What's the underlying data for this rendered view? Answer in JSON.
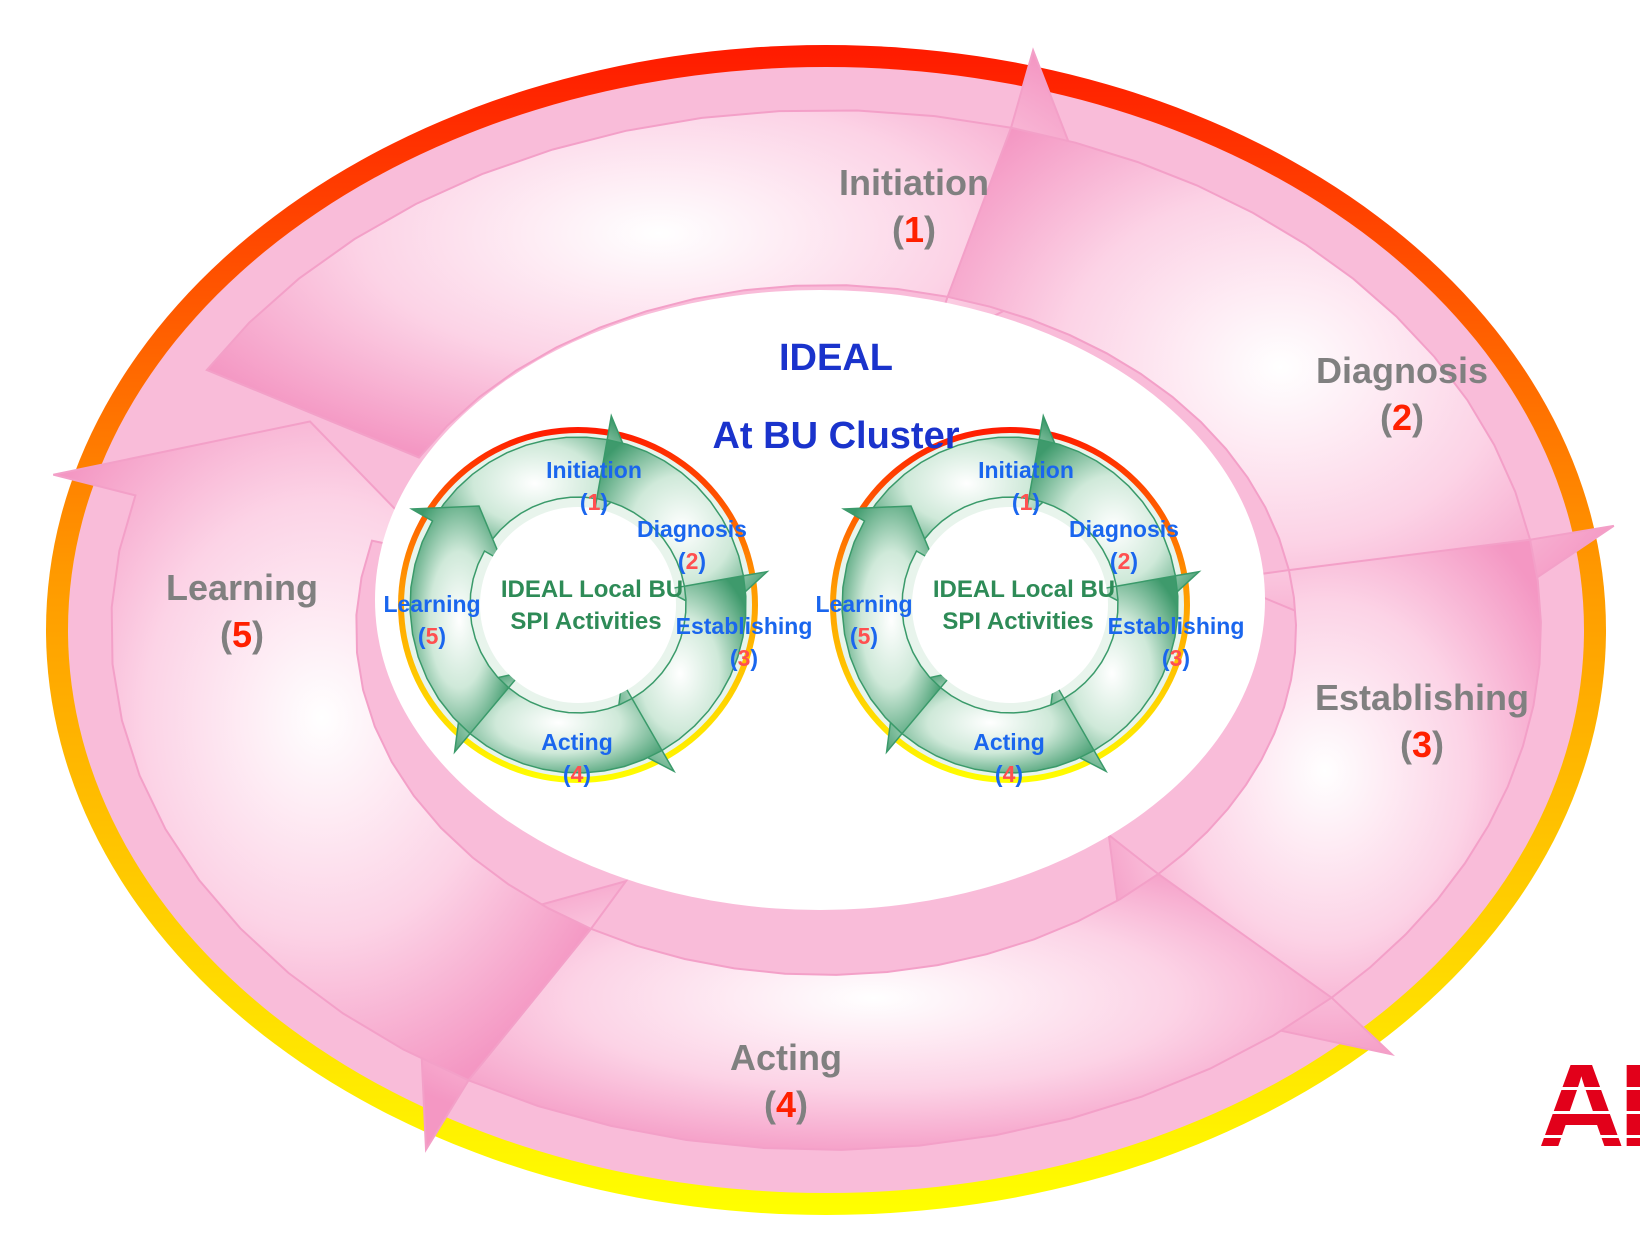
{
  "center": {
    "title": "IDEAL",
    "subtitle": "At BU Cluster"
  },
  "outer_cycle": [
    {
      "name": "Initiation",
      "number": "1"
    },
    {
      "name": "Diagnosis",
      "number": "2"
    },
    {
      "name": "Establishing",
      "number": "3"
    },
    {
      "name": "Acting",
      "number": "4"
    },
    {
      "name": "Learning",
      "number": "5"
    }
  ],
  "inner_cycles": [
    {
      "center_line1": "IDEAL Local BU",
      "center_line2": "SPI Activities",
      "stages": [
        {
          "name": "Initiation",
          "number": "1"
        },
        {
          "name": "Diagnosis",
          "number": "2"
        },
        {
          "name": "Establishing",
          "number": "3"
        },
        {
          "name": "Acting",
          "number": "4"
        },
        {
          "name": "Learning",
          "number": "5"
        }
      ]
    },
    {
      "center_line1": "IDEAL Local BU",
      "center_line2": "SPI Activities",
      "stages": [
        {
          "name": "Initiation",
          "number": "1"
        },
        {
          "name": "Diagnosis",
          "number": "2"
        },
        {
          "name": "Establishing",
          "number": "3"
        },
        {
          "name": "Acting",
          "number": "4"
        },
        {
          "name": "Learning",
          "number": "5"
        }
      ]
    }
  ],
  "paren_open": "(",
  "paren_close": ")",
  "logo": {
    "text": "ABB",
    "color": "#e2001a"
  },
  "colors": {
    "outer_label": "#808080",
    "number": "#ff2000",
    "center_text": "#1a33cc",
    "inner_label": "#1a66ee",
    "inner_number": "#ff5050",
    "inner_center": "#2e8b57",
    "pink_arrow": "#f7a6cc",
    "green_arrow": "#3a9a6a"
  }
}
